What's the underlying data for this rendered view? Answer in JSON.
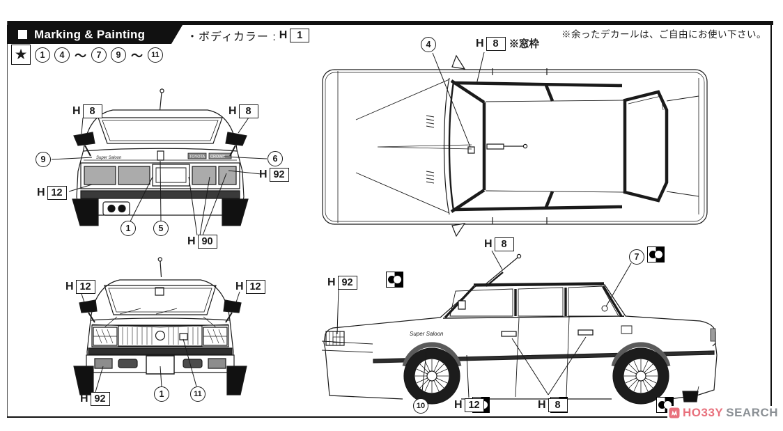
{
  "sheet": {
    "header": {
      "title": "Marking & Painting",
      "body_color": {
        "prefix": "・ボディカラー :",
        "letter": "H",
        "code": "1"
      },
      "note": "※余ったデカールは、ご自由にお使い下さい。"
    },
    "star_note": {
      "star": "★",
      "sequence": [
        "1",
        "4",
        "～",
        "7",
        "9",
        "～",
        "11"
      ]
    },
    "views": {
      "rear": {
        "callouts": {
          "mirror_left": {
            "letter": "H",
            "code": "8"
          },
          "mirror_right": {
            "letter": "H",
            "code": "8"
          },
          "trim_left_num": "9",
          "trim_right_num": "6",
          "tail_lamp": {
            "letter": "H",
            "code": "92"
          },
          "lower_trim": {
            "letter": "H",
            "code": "12"
          },
          "license_num": "1",
          "trunk_num": "5",
          "tail_lens": {
            "letter": "H",
            "code": "90"
          }
        },
        "badges": {
          "script": "Super Saloon",
          "make": "TOYOTA",
          "model": "CROWN"
        }
      },
      "top": {
        "callouts": {
          "windshield_num": "4",
          "window_frame": {
            "letter": "H",
            "code": "8",
            "suffix": "※窓枠"
          }
        }
      },
      "front": {
        "callouts": {
          "mirror_left": {
            "letter": "H",
            "code": "12"
          },
          "mirror_right": {
            "letter": "H",
            "code": "12"
          },
          "fog_lamp": {
            "letter": "H",
            "code": "92"
          },
          "license_num": "1",
          "grille_num": "11"
        }
      },
      "side": {
        "callouts": {
          "antenna": {
            "letter": "H",
            "code": "8"
          },
          "window_trim_num": "7",
          "corner_lamp": {
            "letter": "H",
            "code": "92"
          },
          "fender_num": "10",
          "molding": {
            "letter": "H",
            "code": "12"
          },
          "door_handles": {
            "letter": "H",
            "code": "8"
          }
        },
        "script": "Super Saloon"
      }
    },
    "watermark": {
      "brand": "HO33Y",
      "brand2": "SEARCH"
    },
    "colors": {
      "line": "#1a1a1a",
      "tail_light_gray": "#ababab",
      "dark_trim": "#3a3a3a",
      "black_part": "#111111",
      "watermark_pink": "#e8707c",
      "watermark_gray": "#8a8f94"
    }
  }
}
